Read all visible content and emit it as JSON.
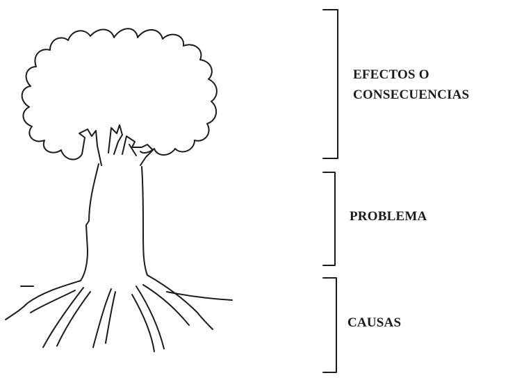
{
  "diagram": {
    "sections": [
      {
        "id": "effects",
        "lines": [
          "EFECTOS O",
          "CONSECUENCIAS"
        ]
      },
      {
        "id": "problem",
        "lines": [
          "PROBLEMA"
        ]
      },
      {
        "id": "causes",
        "lines": [
          "CAUSAS"
        ]
      }
    ]
  },
  "colors": {
    "ink": "#1a1a1a",
    "background": "#ffffff"
  }
}
